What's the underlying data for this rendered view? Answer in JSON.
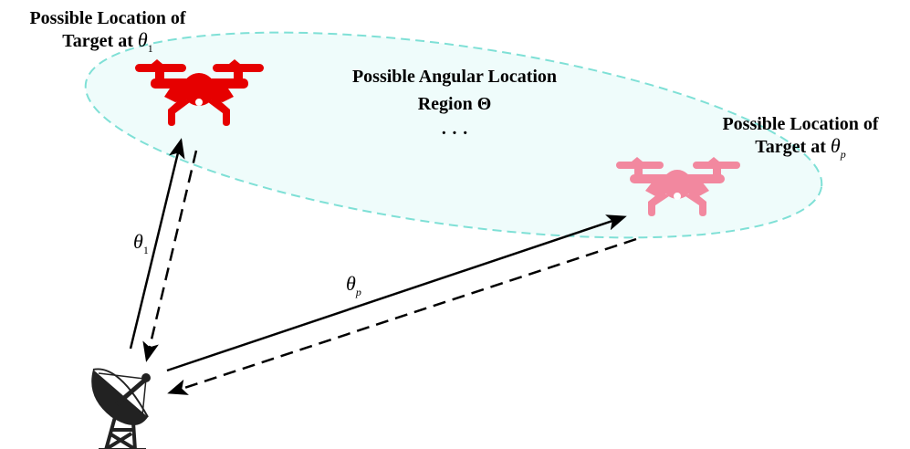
{
  "diagram": {
    "title": "Possible angular location region of target with radar beams",
    "colors": {
      "region_fill": "#effcfb",
      "region_border": "#7fe0d6",
      "target_1": "#e60000",
      "target_p": "#f2889f",
      "arrows": "#000000",
      "radar": "#222222"
    },
    "labels": {
      "target1": {
        "line1": "Possible Location of",
        "line2": "Target at ",
        "symbol": "θ",
        "subscript": "1"
      },
      "region": {
        "line1": "Possible Angular Location",
        "line2": "Region ",
        "symbol": "Θ",
        "ellipsis": "· · ·"
      },
      "targetp": {
        "line1": "Possible Location of",
        "line2": "Target at ",
        "symbol": "θ",
        "subscript": "p"
      }
    },
    "beams": [
      {
        "symbol": "θ",
        "subscript": "1",
        "direction": "to target 1",
        "transmit": "solid",
        "echo": "dashed"
      },
      {
        "symbol": "θ",
        "subscript": "p",
        "direction": "to target p",
        "transmit": "solid",
        "echo": "dashed"
      }
    ],
    "icons": {
      "target_1": "drone-icon",
      "target_p": "drone-icon",
      "radar": "radar-dish-icon"
    }
  }
}
